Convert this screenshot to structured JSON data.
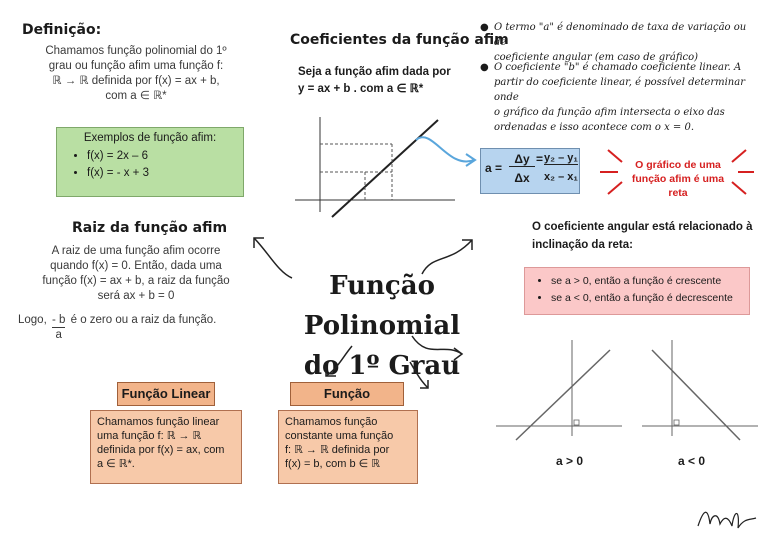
{
  "definicao": {
    "title": "Definição:",
    "lines": [
      "Chamamos função polinomial do 1º",
      "grau ou função afim uma função f:",
      "ℝ → ℝ definida por f(x) = ax + b,",
      "com a ∈ ℝ*"
    ]
  },
  "exemplos": {
    "title": "Exemplos de função afim:",
    "items": [
      "f(x) = 2x – 6",
      "f(x) = - x + 3"
    ]
  },
  "raiz": {
    "title": "Raiz da função afim",
    "lines": [
      "A raiz de uma função afim ocorre",
      "quando f(x) = 0. Então, dada uma",
      "função f(x) = ax + b, a raiz da função",
      "será ax + b = 0"
    ],
    "logo_prefix": "Logo,",
    "frac_num": "- b",
    "frac_den": "a",
    "logo_suffix": "é o zero ou a raiz da função."
  },
  "coeficientes": {
    "title": "Coeficientes da função afim",
    "line1": "Seja a função afim dada por",
    "line2": "y = ax + b . com a ∈ ℝ*"
  },
  "notes": {
    "note1_lines": [
      "O termo \"a\" é denominado de taxa de variação ou de",
      "coeficiente angular (em caso de gráfico)"
    ],
    "note2_lines": [
      "O coeficiente \"b\" é chamado coeficiente linear. A",
      "partir do coeficiente linear, é possível determinar onde",
      "o gráfico da função afim intersecta o eixo das",
      "ordenadas e isso acontece com o x = 0."
    ]
  },
  "formula": {
    "a_label": "a =",
    "num_left": "Δy",
    "den_left": "Δx",
    "eq": "=",
    "num_right": "y₂ – y₁",
    "den_right": "x₂ – x₁"
  },
  "callout": {
    "line1": "O gráfico de uma",
    "line2": "função afim é uma reta"
  },
  "angular": {
    "line1": "O coeficiente angular está relacionado à",
    "line2": "inclinação da reta:",
    "items": [
      "se a > 0, então a função é crescente",
      "se a < 0, então a função é decrescente"
    ]
  },
  "center": {
    "line1": "Função Polinomial",
    "line2": "do 1º Grau"
  },
  "linear": {
    "title": "Função Linear",
    "lines": [
      "Chamamos função linear",
      "uma função f: ℝ → ℝ",
      "definida por f(x) = ax, com",
      "a ∈ ℝ*."
    ]
  },
  "constante": {
    "title": "Função Constante",
    "lines": [
      "Chamamos função",
      "constante uma função",
      "f: ℝ → ℝ definida por",
      "f(x) = b, com b ∈ ℝ"
    ]
  },
  "graphs": {
    "label_pos": "a > 0",
    "label_neg": "a < 0"
  },
  "colors": {
    "green": "#b9dfa3",
    "blue": "#b7d4ef",
    "pink": "#fbc8c8",
    "orange": "#f2b48a",
    "red_accent": "#d62020",
    "arrow_blue": "#5aa6dc"
  }
}
